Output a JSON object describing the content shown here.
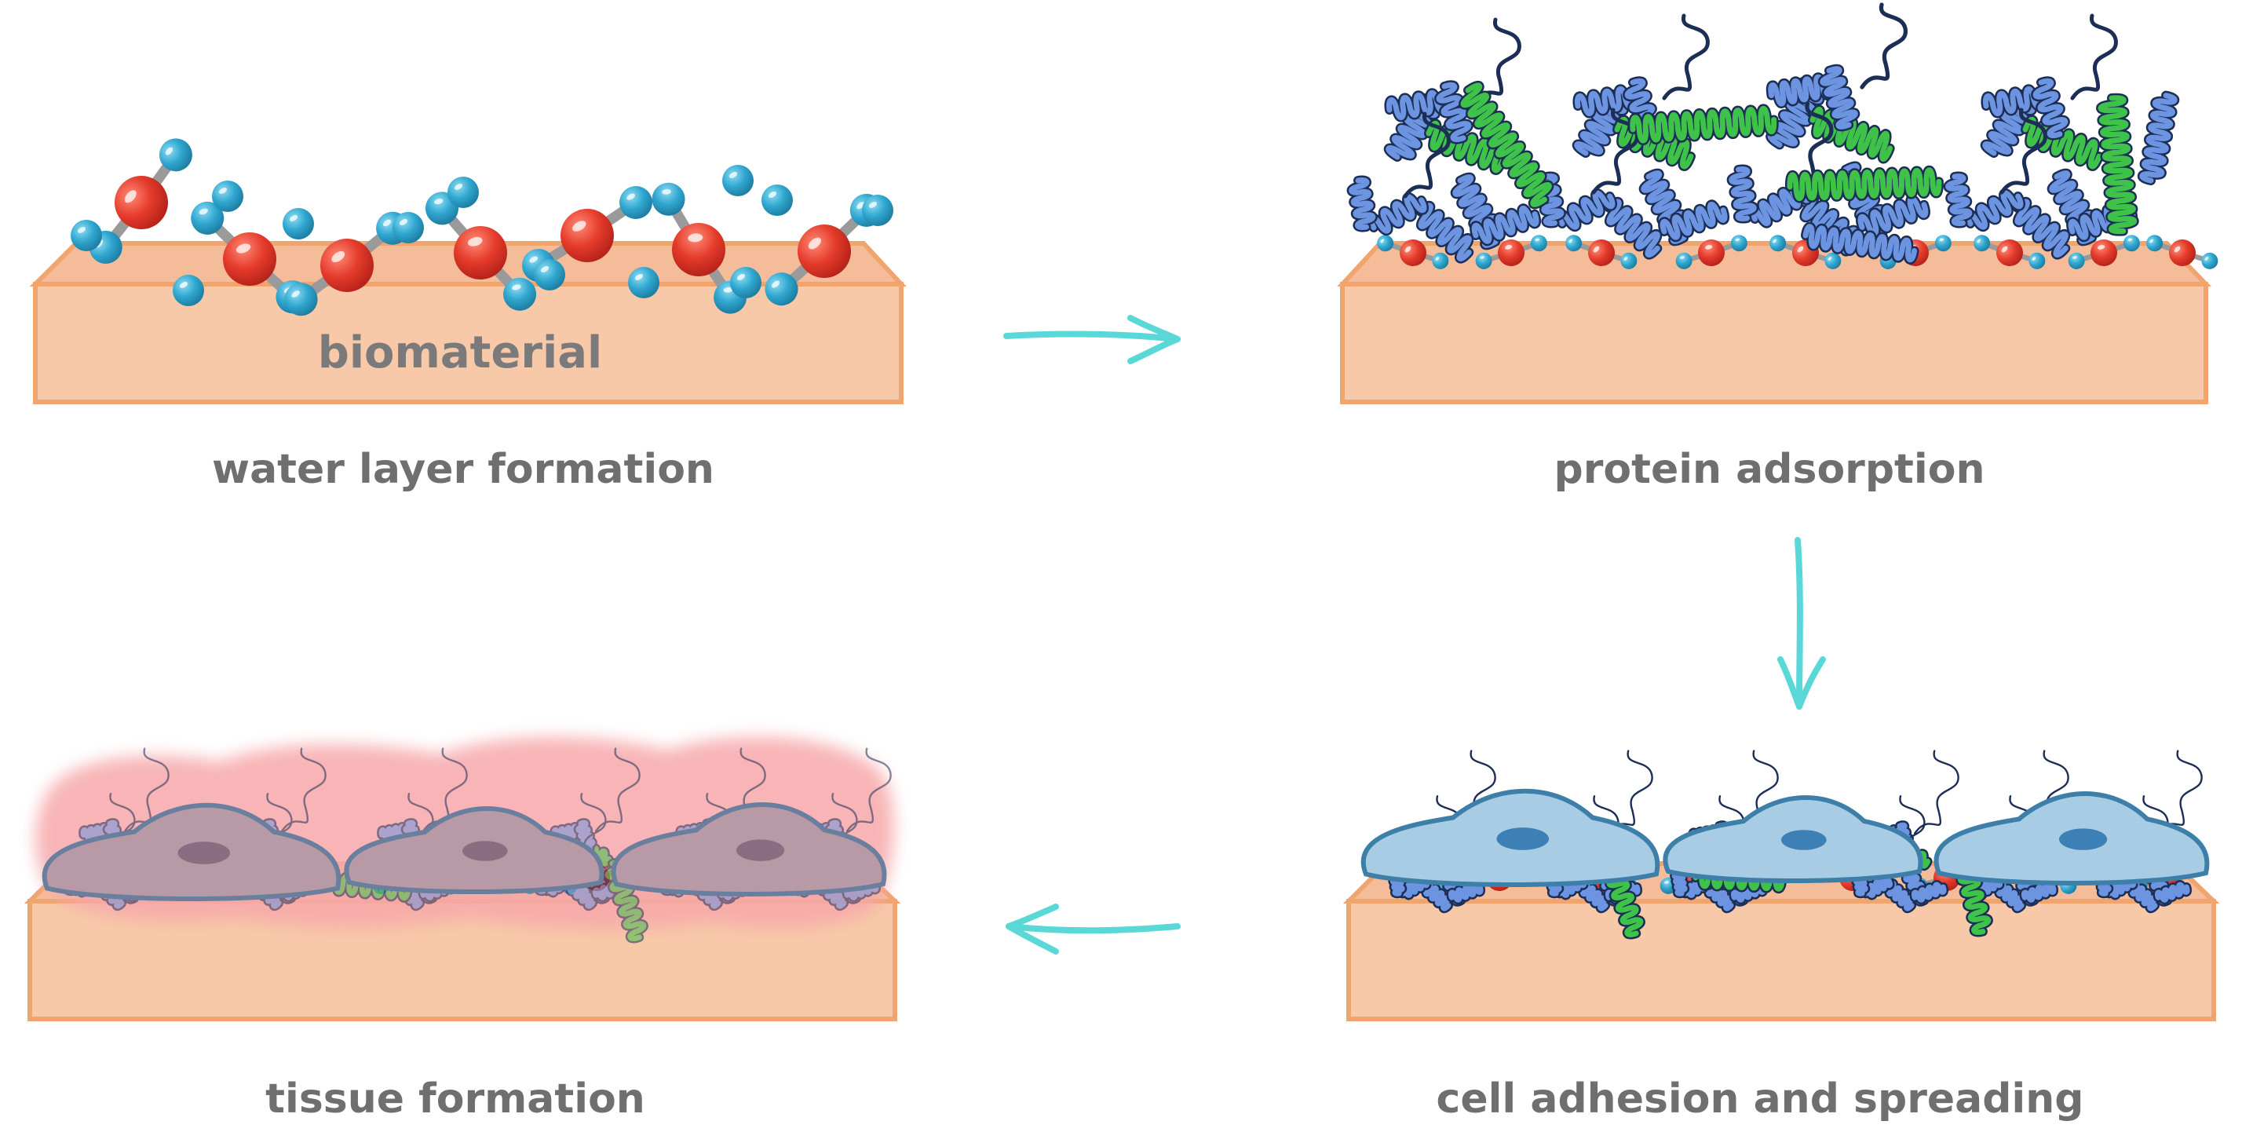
{
  "labels": {
    "surface": "biomaterial"
  },
  "stages": [
    {
      "id": "water",
      "caption": "water layer formation"
    },
    {
      "id": "protein",
      "caption": "protein adsorption"
    },
    {
      "id": "cell",
      "caption": "cell adhesion and spreading"
    },
    {
      "id": "tissue",
      "caption": "tissue formation"
    }
  ],
  "colors": {
    "substrate_fill": "#f7c9a8",
    "substrate_stroke": "#f0a56e",
    "oxygen": "#e53b2c",
    "hydrogen": "#2fa6cf",
    "bond": "#9a9a9a",
    "helix_blue": "#6d94e0",
    "helix_green": "#3ec24a",
    "protein_outline": "#1c2e55",
    "cell_fill": "#a7cce4",
    "cell_stroke": "#3d7fa8",
    "nucleus": "#3d80b6",
    "tissue_cloud": "#f7a8aa",
    "arrow": "#5ad8d8",
    "caption": "#6f6f6f"
  },
  "icons": {
    "arrow_right": "arrow-right-icon",
    "arrow_down": "arrow-down-icon",
    "arrow_left": "arrow-left-icon"
  }
}
